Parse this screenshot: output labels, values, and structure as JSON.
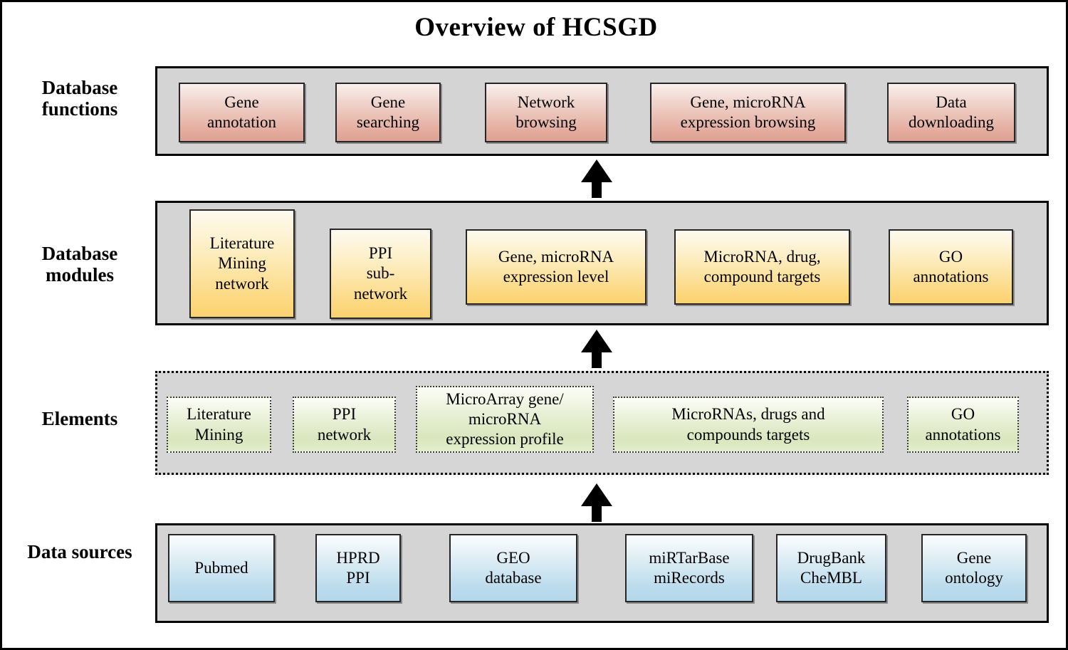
{
  "title": "Overview of HCSGD",
  "rows": [
    {
      "label": "Database\nfunctions",
      "name": "database-functions",
      "style": "solid",
      "nodes": [
        {
          "text": "Gene\nannotation",
          "name": "gene-annotation"
        },
        {
          "text": "Gene\nsearching",
          "name": "gene-searching"
        },
        {
          "text": "Network\nbrowsing",
          "name": "network-browsing"
        },
        {
          "text": "Gene, microRNA\nexpression browsing",
          "name": "gene-microrna-expression-browsing"
        },
        {
          "text": "Data\ndownloading",
          "name": "data-downloading"
        }
      ]
    },
    {
      "label": "Database\nmodules",
      "name": "database-modules",
      "style": "solid",
      "nodes": [
        {
          "text": "Literature\nMining\nnetwork",
          "name": "literature-mining-network"
        },
        {
          "text": "PPI\nsub-\nnetwork",
          "name": "ppi-sub-network"
        },
        {
          "text": "Gene, microRNA\nexpression level",
          "name": "gene-microrna-expression-level"
        },
        {
          "text": "MicroRNA, drug,\ncompound targets",
          "name": "microrna-drug-compound-targets"
        },
        {
          "text": "GO\nannotations",
          "name": "go-annotations-module"
        }
      ]
    },
    {
      "label": "Elements",
      "name": "elements",
      "style": "dotted",
      "nodes": [
        {
          "text": "Literature\nMining",
          "name": "literature-mining"
        },
        {
          "text": "PPI\nnetwork",
          "name": "ppi-network"
        },
        {
          "text": "MicroArray gene/\nmicroRNA\nexpression profile",
          "name": "microarray-expression-profile"
        },
        {
          "text": "MicroRNAs, drugs and\ncompounds targets",
          "name": "micrornas-drugs-compounds-targets"
        },
        {
          "text": "GO\nannotations",
          "name": "go-annotations-element"
        }
      ]
    },
    {
      "label": "Data\nsources",
      "name": "data-sources",
      "style": "solid",
      "nodes": [
        {
          "text": "Pubmed",
          "name": "pubmed"
        },
        {
          "text": "HPRD\nPPI",
          "name": "hprd-ppi"
        },
        {
          "text": "GEO\ndatabase",
          "name": "geo-database"
        },
        {
          "text": "miRTarBase\nmiRecords",
          "name": "mirtarbase-mirecords"
        },
        {
          "text": "DrugBank\nCheMBL",
          "name": "drugbank-chembl"
        },
        {
          "text": "Gene\nontology",
          "name": "gene-ontology"
        }
      ]
    }
  ],
  "arrows": [
    {
      "name": "arrow-modules-to-functions",
      "direction": "up"
    },
    {
      "name": "arrow-elements-to-modules",
      "direction": "up"
    },
    {
      "name": "arrow-sources-to-elements",
      "direction": "up"
    }
  ],
  "colors": {
    "band_fill": "#d4d4d4",
    "functions_node": "#e3a99b",
    "modules_node": "#fcd87f",
    "elements_node": "#d9e6bd",
    "sources_node": "#bcdced",
    "stroke": "#000000"
  }
}
